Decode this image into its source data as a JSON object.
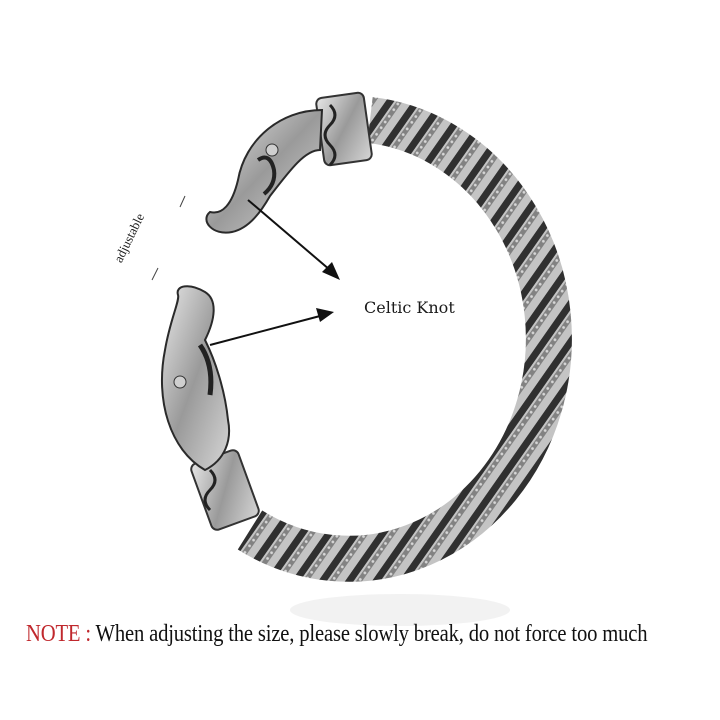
{
  "image": {
    "subject": "Silver twisted cuff bracelet with Viking dragon-head terminals",
    "background": "#ffffff"
  },
  "annotations": {
    "celtic_knot_label": "Celtic Knot",
    "adjustable_label": "adjustable"
  },
  "note": {
    "prefix": "NOTE :",
    "text": " When adjusting the size, please slowly break, do not force too much",
    "prefix_color": "#c0282d"
  }
}
